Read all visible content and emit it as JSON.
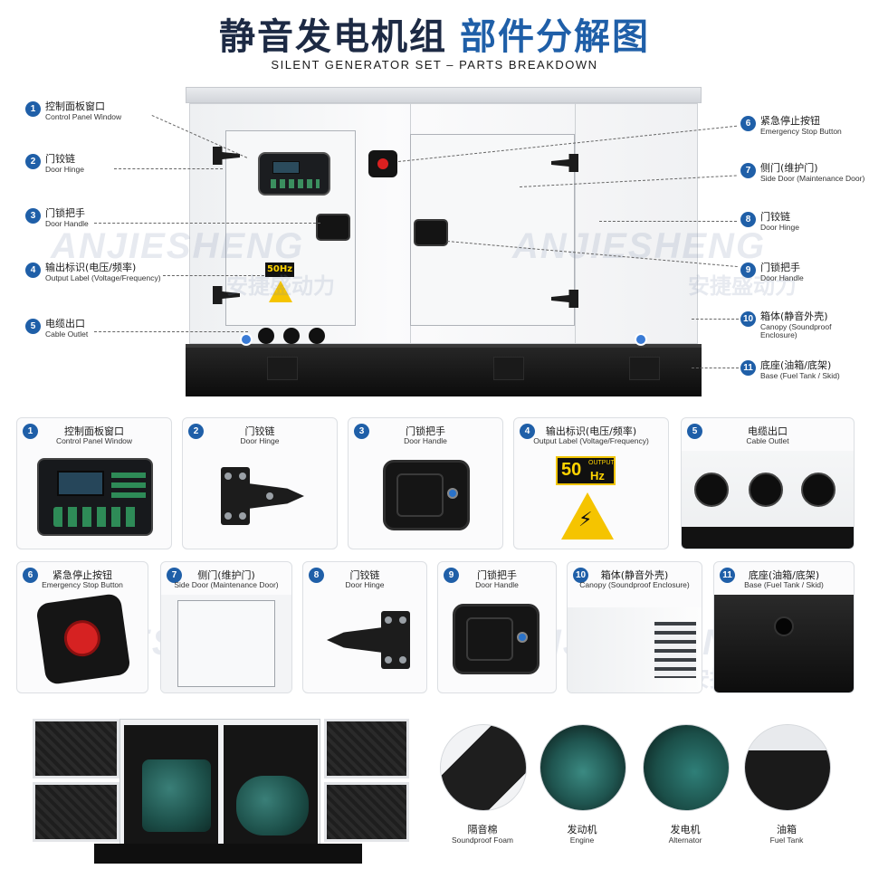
{
  "header": {
    "title_zh_1": "静音发电机组",
    "title_zh_2": "部件分解图",
    "subtitle": "SILENT GENERATOR SET – PARTS BREAKDOWN"
  },
  "watermark": {
    "brand": "ANJIESHENG",
    "brand_zh": "安捷盛动力"
  },
  "generator_labels": {
    "output_label": "50",
    "output_unit": "Hz"
  },
  "callouts_left": [
    {
      "num": "1",
      "zh": "控制面板窗口",
      "en": "Control Panel Window"
    },
    {
      "num": "2",
      "zh": "门铰链",
      "en": "Door Hinge"
    },
    {
      "num": "3",
      "zh": "门锁把手",
      "en": "Door Handle"
    },
    {
      "num": "4",
      "zh": "输出标识(电压/频率)",
      "en": "Output Label (Voltage/Frequency)"
    },
    {
      "num": "5",
      "zh": "电缆出口",
      "en": "Cable Outlet"
    }
  ],
  "callouts_right": [
    {
      "num": "6",
      "zh": "紧急停止按钮",
      "en": "Emergency Stop Button"
    },
    {
      "num": "7",
      "zh": "侧门(维护门)",
      "en": "Side Door (Maintenance Door)"
    },
    {
      "num": "8",
      "zh": "门铰链",
      "en": "Door Hinge"
    },
    {
      "num": "9",
      "zh": "门锁把手",
      "en": "Door Handle"
    },
    {
      "num": "10",
      "zh": "箱体(静音外壳)",
      "en": "Canopy (Soundproof Enclosure)"
    },
    {
      "num": "11",
      "zh": "底座(油箱/底架)",
      "en": "Base (Fuel Tank / Skid)"
    }
  ],
  "cards": [
    {
      "num": "1",
      "zh": "控制面板窗口",
      "en": "Control Panel Window"
    },
    {
      "num": "2",
      "zh": "门铰链",
      "en": "Door Hinge"
    },
    {
      "num": "3",
      "zh": "门锁把手",
      "en": "Door Handle"
    },
    {
      "num": "4",
      "zh": "输出标识(电压/频率)",
      "en": "Output Label (Voltage/Frequency)"
    },
    {
      "num": "5",
      "zh": "电缆出口",
      "en": "Cable Outlet"
    },
    {
      "num": "6",
      "zh": "紧急停止按钮",
      "en": "Emergency Stop Button"
    },
    {
      "num": "7",
      "zh": "侧门(维护门)",
      "en": "Side Door (Maintenance Door)"
    },
    {
      "num": "8",
      "zh": "门铰链",
      "en": "Door Hinge"
    },
    {
      "num": "9",
      "zh": "门锁把手",
      "en": "Door Handle"
    },
    {
      "num": "10",
      "zh": "箱体(静音外壳)",
      "en": "Canopy (Soundproof Enclosure)"
    },
    {
      "num": "11",
      "zh": "底座(油箱/底架)",
      "en": "Base (Fuel Tank / Skid)"
    }
  ],
  "output_badge": {
    "big": "50",
    "small": "OUTPUT",
    "hz": "Hz"
  },
  "bottom_parts": [
    {
      "zh": "隔音棉",
      "en": "Soundproof Foam"
    },
    {
      "zh": "发动机",
      "en": "Engine"
    },
    {
      "zh": "发电机",
      "en": "Alternator"
    },
    {
      "zh": "油箱",
      "en": "Fuel Tank"
    }
  ],
  "colors": {
    "accent_blue": "#1f5fa8",
    "title_dark": "#1d2a44",
    "engine_green": "#2f6f68",
    "warning_yellow": "#f5c400",
    "estop_red": "#d62222"
  }
}
